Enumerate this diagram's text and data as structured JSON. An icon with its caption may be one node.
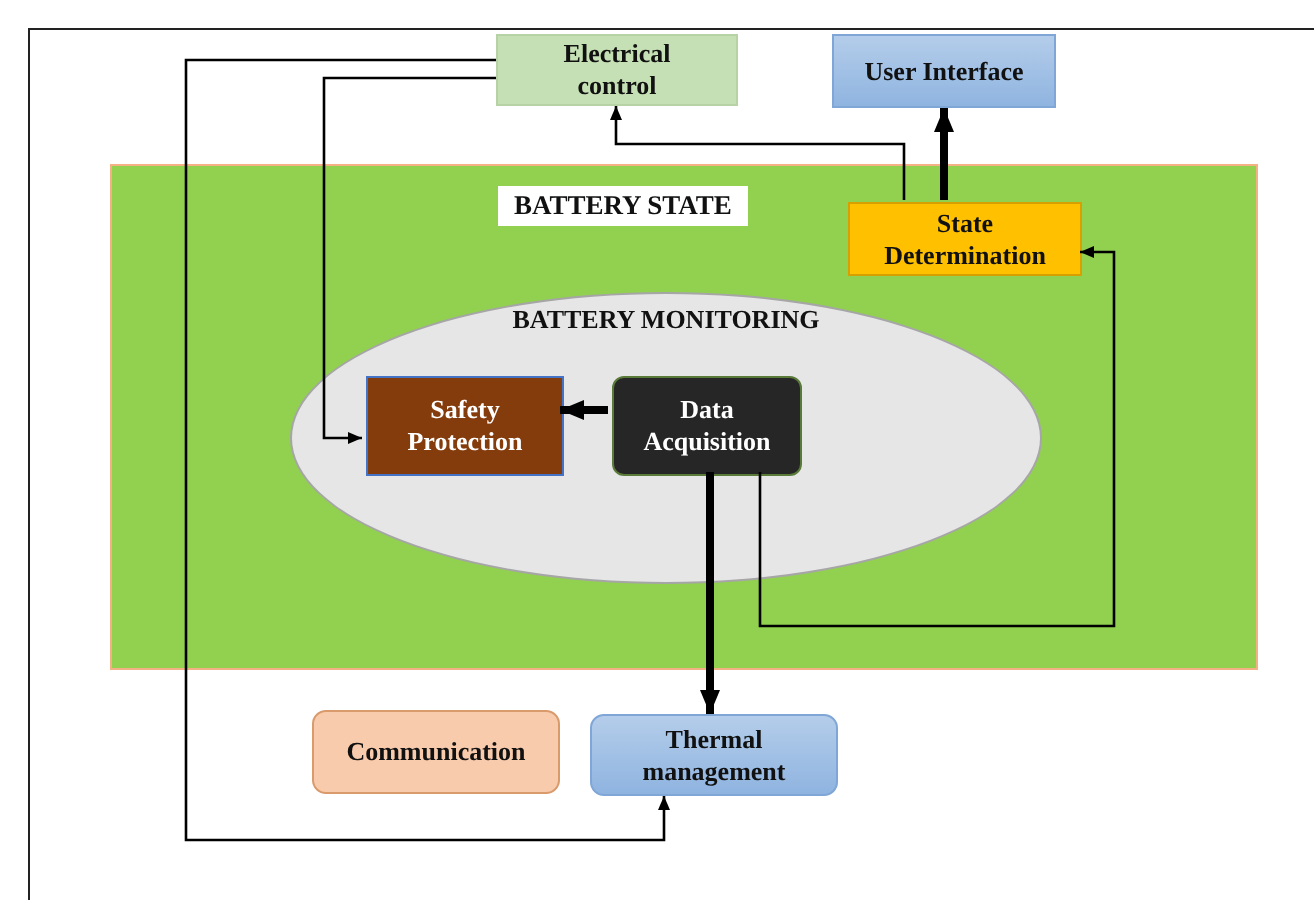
{
  "diagram": {
    "nodes": [
      {
        "text": [
          "Electrical control"
        ]
      },
      {
        "text": [
          "User Interface"
        ]
      },
      {
        "text": [
          "BATTERY STATE"
        ]
      },
      {
        "text": [
          "State Determination"
        ],
        "in": 2
      },
      {
        "text": [
          "BATTERY MONITORING"
        ],
        "in": 2
      },
      {
        "text": [
          "Safety Protection"
        ],
        "in": 4
      },
      {
        "text": [
          "Data Acquisition"
        ],
        "in": 4
      },
      {
        "text": [
          "Communication"
        ]
      },
      {
        "text": [
          "Thermal management"
        ]
      }
    ],
    "edges": [
      {
        "from": 0,
        "to": 8,
        "arrow": "to"
      },
      {
        "from": 0,
        "to": 5,
        "arrow": "to"
      },
      {
        "from": 3,
        "to": 0,
        "arrow": "to"
      },
      {
        "from": 3,
        "to": 1,
        "arrow": "to",
        "style": "thick"
      },
      {
        "from": 6,
        "to": 5,
        "arrow": "to",
        "style": "thick"
      },
      {
        "from": 6,
        "to": 8,
        "arrow": "to",
        "style": "thick"
      },
      {
        "from": 6,
        "to": 3,
        "arrow": "to"
      }
    ]
  }
}
